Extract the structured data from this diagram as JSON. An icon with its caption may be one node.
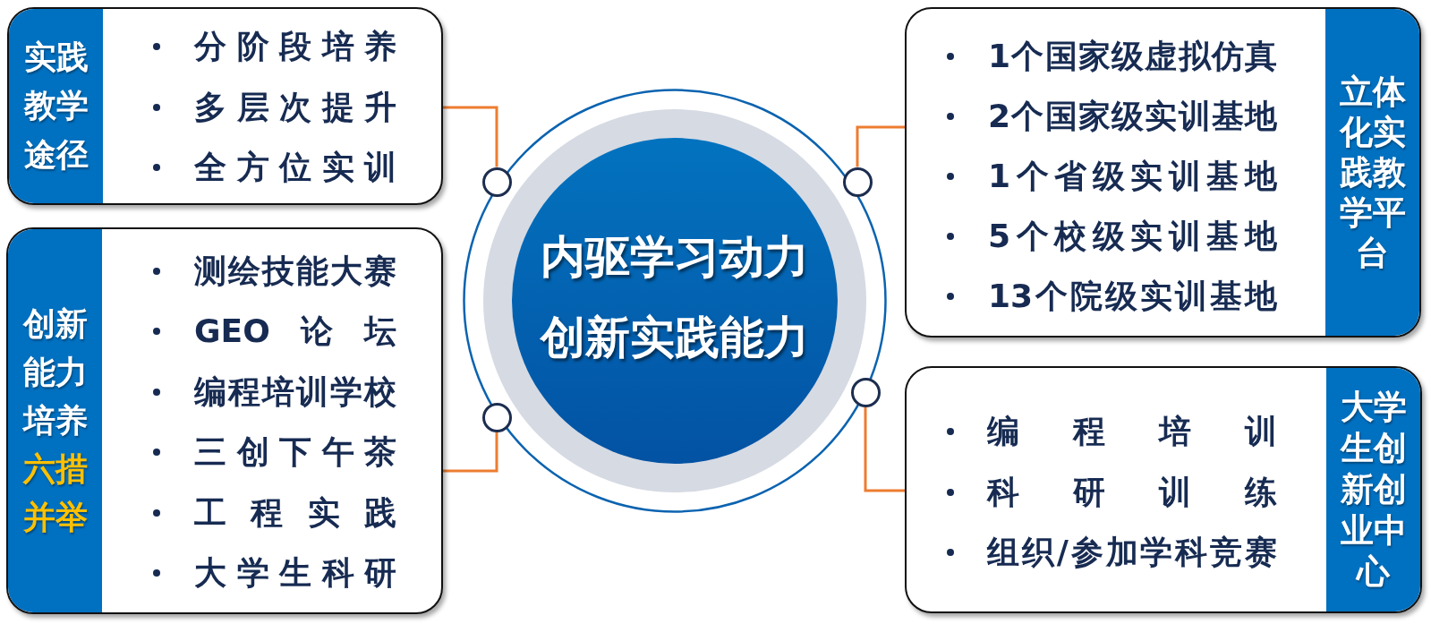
{
  "diagram": {
    "nodes": [
      {
        "text": [
          "分阶段培养",
          "多层次提升",
          "全方位实训"
        ]
      },
      {
        "text": [
          "实践教学途径"
        ],
        "in": 0
      },
      {
        "text": [
          "测绘技能大赛",
          "GEO论坛",
          "编程培训学校",
          "三创下午茶",
          "工程实践",
          "大学生科研"
        ]
      },
      {
        "text": [
          "创新能力培养",
          "六措并举"
        ],
        "in": 2
      },
      {
        "text": [
          "内驱学习动力",
          "创新实践能力"
        ]
      },
      {
        "text": [],
        "shape": "circle"
      },
      {
        "text": [],
        "shape": "circle"
      },
      {
        "text": [],
        "shape": "circle"
      },
      {
        "text": [],
        "shape": "circle"
      },
      {
        "text": [
          "1个国家级虚拟仿真",
          "2个国家级实训基地",
          "1个省级实训基地",
          "5个校级实训基地",
          "13个院级实训基地"
        ]
      },
      {
        "text": [
          "立体化实践教学平台"
        ],
        "in": 9
      },
      {
        "text": [
          "编程培训",
          "科研训练",
          "组织/参加学科竞赛"
        ]
      },
      {
        "text": [
          "大学生创新创业中心"
        ],
        "in": 11
      }
    ],
    "edges": [
      {
        "from": 0,
        "to": 5,
        "arrow": "none"
      },
      {
        "from": 2,
        "to": 6,
        "arrow": "none"
      },
      {
        "from": 9,
        "to": 7,
        "arrow": "none"
      },
      {
        "from": 11,
        "to": 8,
        "arrow": "none"
      }
    ]
  }
}
